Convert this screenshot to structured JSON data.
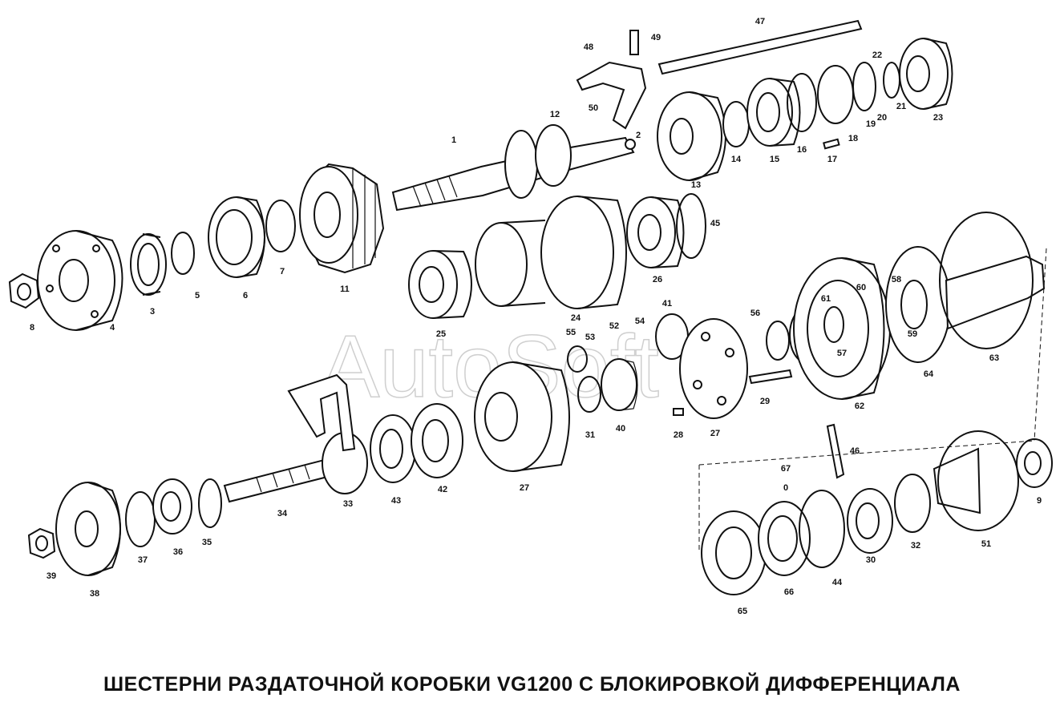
{
  "title": "ШЕСТЕРНИ РАЗДАТОЧНОЙ КОРОБКИ VG1200 С БЛОКИРОВКОЙ ДИФФЕРЕНЦИАЛА",
  "watermark": "AutoSoft",
  "parts": [
    {
      "n": "1"
    },
    {
      "n": "2"
    },
    {
      "n": "3"
    },
    {
      "n": "4"
    },
    {
      "n": "5"
    },
    {
      "n": "6"
    },
    {
      "n": "7"
    },
    {
      "n": "8"
    },
    {
      "n": "9"
    },
    {
      "n": "11"
    },
    {
      "n": "12"
    },
    {
      "n": "13"
    },
    {
      "n": "14"
    },
    {
      "n": "15"
    },
    {
      "n": "16"
    },
    {
      "n": "17"
    },
    {
      "n": "18"
    },
    {
      "n": "19"
    },
    {
      "n": "20"
    },
    {
      "n": "21"
    },
    {
      "n": "22"
    },
    {
      "n": "23"
    },
    {
      "n": "24"
    },
    {
      "n": "25"
    },
    {
      "n": "26"
    },
    {
      "n": "27"
    },
    {
      "n": "27"
    },
    {
      "n": "28"
    },
    {
      "n": "29"
    },
    {
      "n": "30"
    },
    {
      "n": "31"
    },
    {
      "n": "32"
    },
    {
      "n": "33"
    },
    {
      "n": "34"
    },
    {
      "n": "35"
    },
    {
      "n": "36"
    },
    {
      "n": "37"
    },
    {
      "n": "38"
    },
    {
      "n": "39"
    },
    {
      "n": "40"
    },
    {
      "n": "41"
    },
    {
      "n": "42"
    },
    {
      "n": "43"
    },
    {
      "n": "44"
    },
    {
      "n": "45"
    },
    {
      "n": "46"
    },
    {
      "n": "47"
    },
    {
      "n": "48"
    },
    {
      "n": "49"
    },
    {
      "n": "50"
    },
    {
      "n": "51"
    },
    {
      "n": "52"
    },
    {
      "n": "53"
    },
    {
      "n": "54"
    },
    {
      "n": "55"
    },
    {
      "n": "56"
    },
    {
      "n": "57"
    },
    {
      "n": "58"
    },
    {
      "n": "59"
    },
    {
      "n": "60"
    },
    {
      "n": "61"
    },
    {
      "n": "62"
    },
    {
      "n": "63"
    },
    {
      "n": "64"
    },
    {
      "n": "65"
    },
    {
      "n": "66"
    },
    {
      "n": "67"
    },
    {
      "n": "0"
    }
  ]
}
